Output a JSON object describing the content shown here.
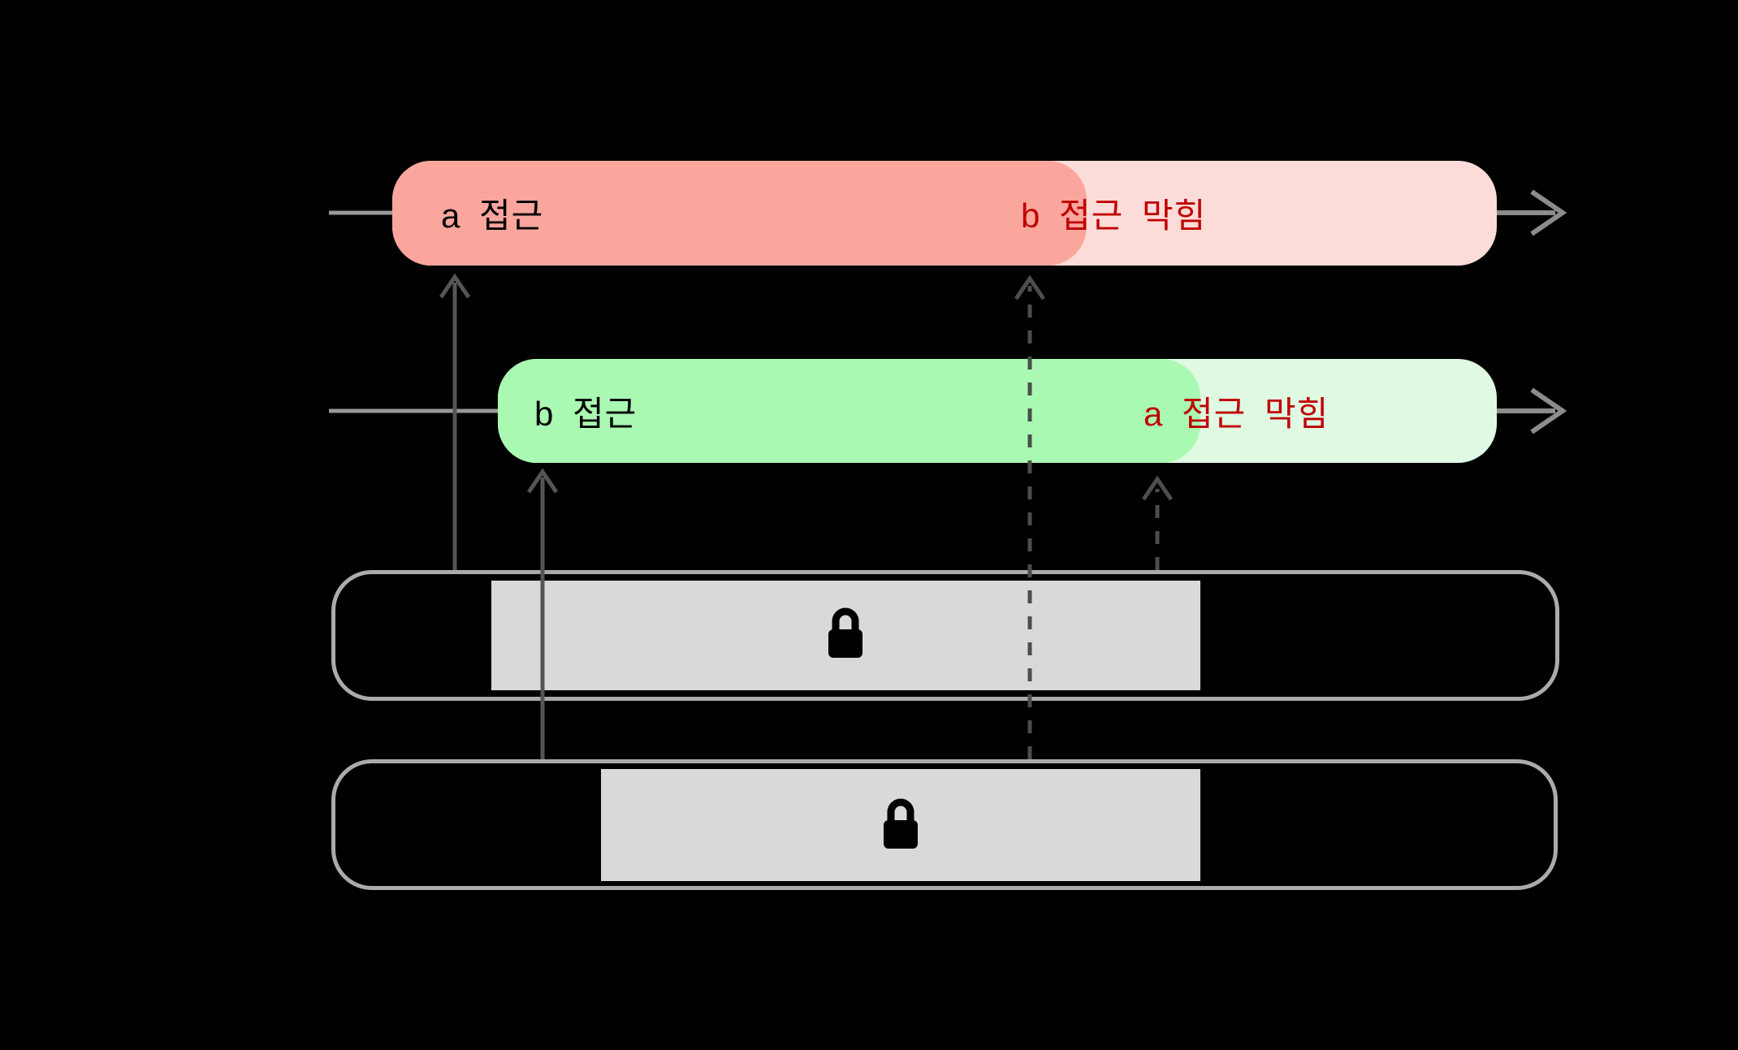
{
  "diagram": {
    "title": "mutex-lock-blocking-diagram",
    "labels": {
      "thread_a_access": "a 접근",
      "thread_a_blocked": "b 접근 막힘",
      "thread_b_access": "b 접근",
      "thread_b_blocked": "a 접근 막힘"
    },
    "icons": {
      "lock_1": "lock-icon",
      "lock_2": "lock-icon"
    }
  },
  "colors": {
    "background": "#000000",
    "thread_a_active": "#FBA69D",
    "thread_a_blocked": "#FCDCD8",
    "thread_b_active": "#A9F9B2",
    "thread_b_blocked": "#DFF9E3",
    "access_text": "#000000",
    "blocked_text": "#C00000",
    "timeline_line": "#999999",
    "timeline_arrow": "#8C8C8C",
    "acquire_arrow": "#555555",
    "blocked_arrow": "#4D4D4D",
    "lock_bar_border": "#ABABAB",
    "lock_held_fill": "#D9D9D9",
    "lock_icon": "#000000"
  }
}
